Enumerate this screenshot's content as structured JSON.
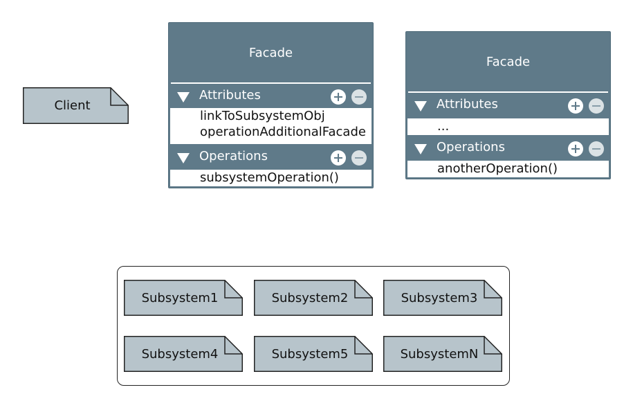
{
  "client": {
    "label": "Client"
  },
  "facades": [
    {
      "title": "Facade",
      "attributes_label": "Attributes",
      "attributes": [
        "linkToSubsystemObj",
        "operationAdditionalFacade"
      ],
      "operations_label": "Operations",
      "operations": [
        "subsystemOperation()"
      ]
    },
    {
      "title": "Facade",
      "attributes_label": "Attributes",
      "attributes": [
        "..."
      ],
      "operations_label": "Operations",
      "operations": [
        "anotherOperation()"
      ]
    }
  ],
  "subsystems": [
    {
      "label": "Subsystem1"
    },
    {
      "label": "Subsystem2"
    },
    {
      "label": "Subsystem3"
    },
    {
      "label": "Subsystem4"
    },
    {
      "label": "Subsystem5"
    },
    {
      "label": "SubsystemN"
    }
  ],
  "colors": {
    "note_fill": "#b7c4cb",
    "class_header": "#5f7a89",
    "stroke": "#222222"
  }
}
